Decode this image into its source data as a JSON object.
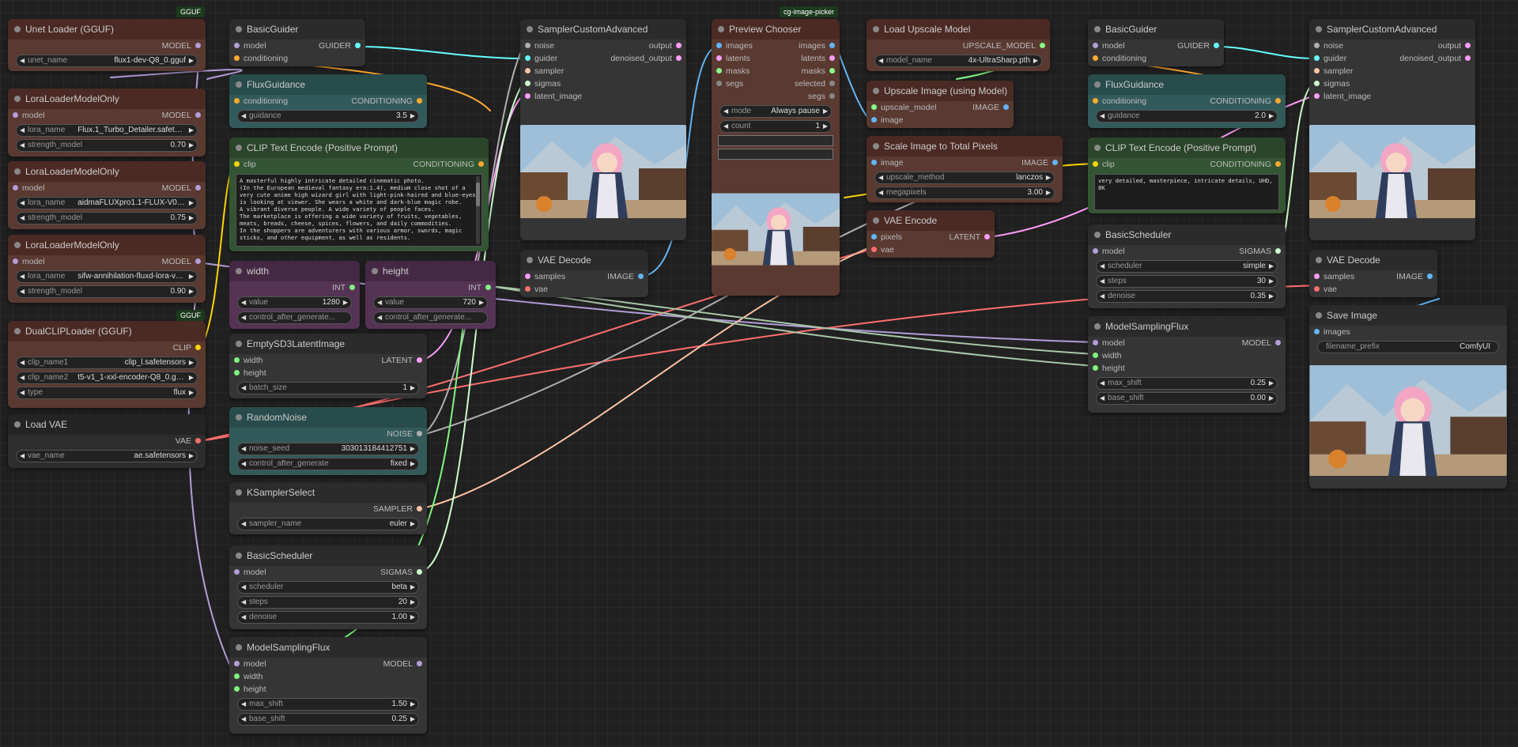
{
  "colors": {
    "model": "#b39ddb",
    "clip": "#ffd500",
    "vae": "#ff6e6e",
    "conditioning": "#ffa931",
    "latent": "#ff9cf9",
    "image": "#64b5f6",
    "int": "#7ef77e",
    "guider": "#66ffff",
    "noise": "#b0b0b0",
    "sampler": "#ffc4a3",
    "sigmas": "#cdffcd",
    "upscale": "#88ff88"
  },
  "badges": [
    "GGUF",
    "GGUF",
    "cg-image-picker"
  ],
  "nodes": {
    "unet": {
      "title": "Unet Loader (GGUF)",
      "out": "MODEL",
      "w_label": "unet_name",
      "w_value": "flux1-dev-Q8_0.gguf"
    },
    "lora1": {
      "title": "LoraLoaderModelOnly",
      "in": "model",
      "out": "MODEL",
      "name_label": "lora_name",
      "name_value": "Flux.1_Turbo_Detailer.safeten...",
      "str_label": "strength_model",
      "str_value": "0.70"
    },
    "lora2": {
      "title": "LoraLoaderModelOnly",
      "in": "model",
      "out": "MODEL",
      "name_label": "lora_name",
      "name_value": "aidmaFLUXpro1.1-FLUX-V0.2....",
      "str_label": "strength_model",
      "str_value": "0.75"
    },
    "lora3": {
      "title": "LoraLoaderModelOnly",
      "in": "model",
      "out": "MODEL",
      "name_label": "lora_name",
      "name_value": "sifw-annihilation-fluxd-lora-v0....",
      "str_label": "strength_model",
      "str_value": "0.90"
    },
    "dualclip": {
      "title": "DualCLIPLoader (GGUF)",
      "out": "CLIP",
      "c1_label": "clip_name1",
      "c1_value": "clip_l.safetensors",
      "c2_label": "clip_name2",
      "c2_value": "t5-v1_1-xxl-encoder-Q8_0.gguf",
      "type_label": "type",
      "type_value": "flux"
    },
    "loadvae": {
      "title": "Load VAE",
      "out": "VAE",
      "w_label": "vae_name",
      "w_value": "ae.safetensors"
    },
    "guider1": {
      "title": "BasicGuider",
      "in1": "model",
      "in2": "conditioning",
      "out": "GUIDER"
    },
    "fluxg1": {
      "title": "FluxGuidance",
      "in": "conditioning",
      "out": "CONDITIONING",
      "w_label": "guidance",
      "w_value": "3.5"
    },
    "clip1": {
      "title": "CLIP Text Encode (Positive Prompt)",
      "in": "clip",
      "out": "CONDITIONING",
      "text": "A masterful highly intricate detailed cinematic photo.\n(In the European medieval fantasy era:1.4), medium close shot of a very cute anime high wizard girl with light-pink-haired and blue-eyes  is looking at viewer. She wears a white and dark-blue magic robe.\nA vibrant diverse people. A wide variety of people faces.\nThe marketplace is offering a wide variety of fruits, vegetables, meats, breads, cheese, spices, flowers, and daily commodities.\nIn the shoppers are adventurers with various armor, swords, magic sticks, and other equipment, as well as residents."
    },
    "width": {
      "title": "width",
      "out": "INT",
      "v_label": "value",
      "v_value": "1280",
      "c_label": "control_after_generate..."
    },
    "height": {
      "title": "height",
      "out": "INT",
      "v_label": "value",
      "v_value": "720",
      "c_label": "control_after_generate..."
    },
    "empty": {
      "title": "EmptySD3LatentImage",
      "in1": "width",
      "in2": "height",
      "out": "LATENT",
      "w_label": "batch_size",
      "w_value": "1"
    },
    "noise": {
      "title": "RandomNoise",
      "out": "NOISE",
      "seed_label": "noise_seed",
      "seed_value": "303013184412751",
      "c_label": "control_after_generate",
      "c_value": "fixed"
    },
    "ksel": {
      "title": "KSamplerSelect",
      "out": "SAMPLER",
      "w_label": "sampler_name",
      "w_value": "euler"
    },
    "sched1": {
      "title": "BasicScheduler",
      "in": "model",
      "out": "SIGMAS",
      "s_label": "scheduler",
      "s_value": "beta",
      "st_label": "steps",
      "st_value": "20",
      "d_label": "denoise",
      "d_value": "1.00"
    },
    "msf1": {
      "title": "ModelSamplingFlux",
      "in1": "model",
      "in2": "width",
      "in3": "height",
      "out": "MODEL",
      "mx_label": "max_shift",
      "mx_value": "1.50",
      "b_label": "base_shift",
      "b_value": "0.25"
    },
    "sampler1": {
      "title": "SamplerCustomAdvanced",
      "inputs": [
        "noise",
        "guider",
        "sampler",
        "sigmas",
        "latent_image"
      ],
      "out1": "output",
      "out2": "denoised_output"
    },
    "vaedec1": {
      "title": "VAE Decode",
      "in1": "samples",
      "in2": "vae",
      "out": "IMAGE"
    },
    "chooser": {
      "title": "Preview Chooser",
      "inputs": [
        "images",
        "latents",
        "masks",
        "segs"
      ],
      "outputs": [
        "images",
        "latents",
        "masks",
        "selected",
        "segs"
      ],
      "mode_label": "mode",
      "mode_value": "Always pause",
      "count_label": "count",
      "count_value": "1"
    },
    "loadup": {
      "title": "Load Upscale Model",
      "out": "UPSCALE_MODEL",
      "w_label": "model_name",
      "w_value": "4x-UltraSharp.pth"
    },
    "upimg": {
      "title": "Upscale Image (using Model)",
      "in1": "upscale_model",
      "in2": "image",
      "out": "IMAGE"
    },
    "scale": {
      "title": "Scale Image to Total Pixels",
      "in": "image",
      "out": "IMAGE",
      "m_label": "upscale_method",
      "m_value": "lanczos",
      "mp_label": "megapixels",
      "mp_value": "3.00"
    },
    "vaeenc": {
      "title": "VAE Encode",
      "in1": "pixels",
      "in2": "vae",
      "out": "LATENT"
    },
    "guider2": {
      "title": "BasicGuider",
      "in1": "model",
      "in2": "conditioning",
      "out": "GUIDER"
    },
    "fluxg2": {
      "title": "FluxGuidance",
      "in": "conditioning",
      "out": "CONDITIONING",
      "w_label": "guidance",
      "w_value": "2.0"
    },
    "clip2": {
      "title": "CLIP Text Encode (Positive Prompt)",
      "in": "clip",
      "out": "CONDITIONING",
      "text": "very detailed, masterpiece, intricate details, UHD, 8K"
    },
    "sched2": {
      "title": "BasicScheduler",
      "in": "model",
      "out": "SIGMAS",
      "s_label": "scheduler",
      "s_value": "simple",
      "st_label": "steps",
      "st_value": "30",
      "d_label": "denoise",
      "d_value": "0.35"
    },
    "msf2": {
      "title": "ModelSamplingFlux",
      "in1": "model",
      "in2": "width",
      "in3": "height",
      "out": "MODEL",
      "mx_label": "max_shift",
      "mx_value": "0.25",
      "b_label": "base_shift",
      "b_value": "0.00"
    },
    "sampler2": {
      "title": "SamplerCustomAdvanced",
      "inputs": [
        "noise",
        "guider",
        "sampler",
        "sigmas",
        "latent_image"
      ],
      "out1": "output",
      "out2": "denoised_output"
    },
    "vaedec2": {
      "title": "VAE Decode",
      "in1": "samples",
      "in2": "vae",
      "out": "IMAGE"
    },
    "save": {
      "title": "Save Image",
      "in": "images",
      "w_label": "filename_prefix",
      "w_value": "ComfyUI"
    }
  }
}
